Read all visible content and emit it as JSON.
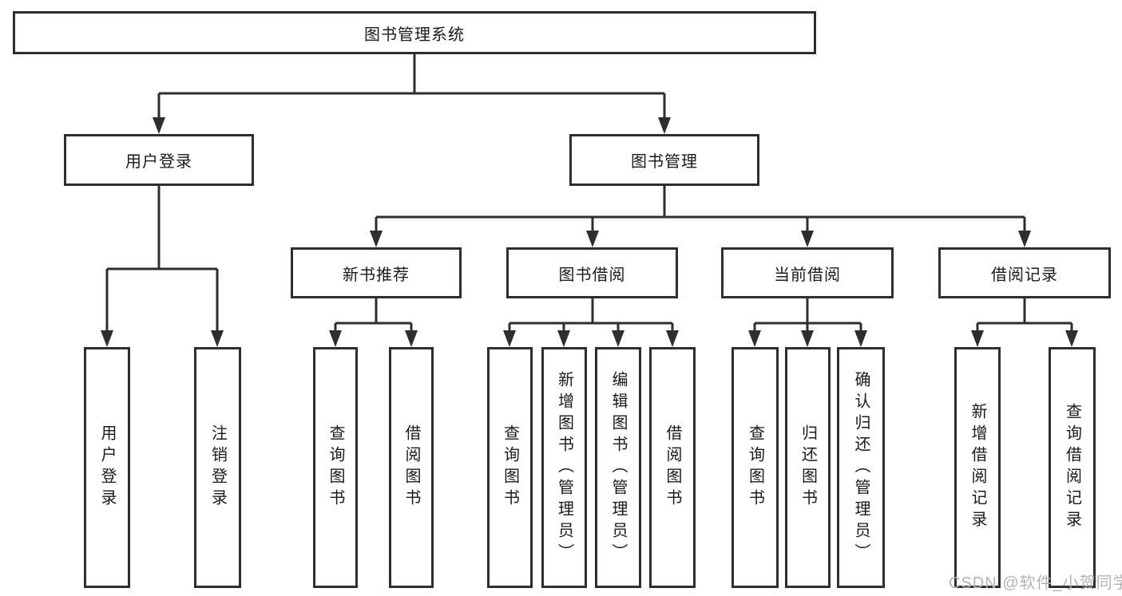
{
  "diagram": {
    "title": "图书管理系统",
    "root": {
      "label": "图书管理系统"
    },
    "level2": [
      {
        "label": "用户登录"
      },
      {
        "label": "图书管理"
      }
    ],
    "level3": [
      {
        "label": "新书推荐"
      },
      {
        "label": "图书借阅"
      },
      {
        "label": "当前借阅"
      },
      {
        "label": "借阅记录"
      }
    ],
    "leaves": {
      "login": [
        "用户登录",
        "注销登录"
      ],
      "newbook": [
        "查询图书",
        "借阅图书"
      ],
      "borrow": [
        "查询图书",
        "新增图书（管理员）",
        "编辑图书（管理员）",
        "借阅图书"
      ],
      "current": [
        "查询图书",
        "归还图书",
        "确认归还（管理员）"
      ],
      "records": [
        "新增借阅记录",
        "查询借阅记录"
      ]
    },
    "colors": {
      "line": "#2e2e2e",
      "text": "#1a1a1a",
      "background": "#ffffff",
      "watermark": "#b3b3b3"
    },
    "watermark": "CSDN @软件_小贺同学"
  }
}
